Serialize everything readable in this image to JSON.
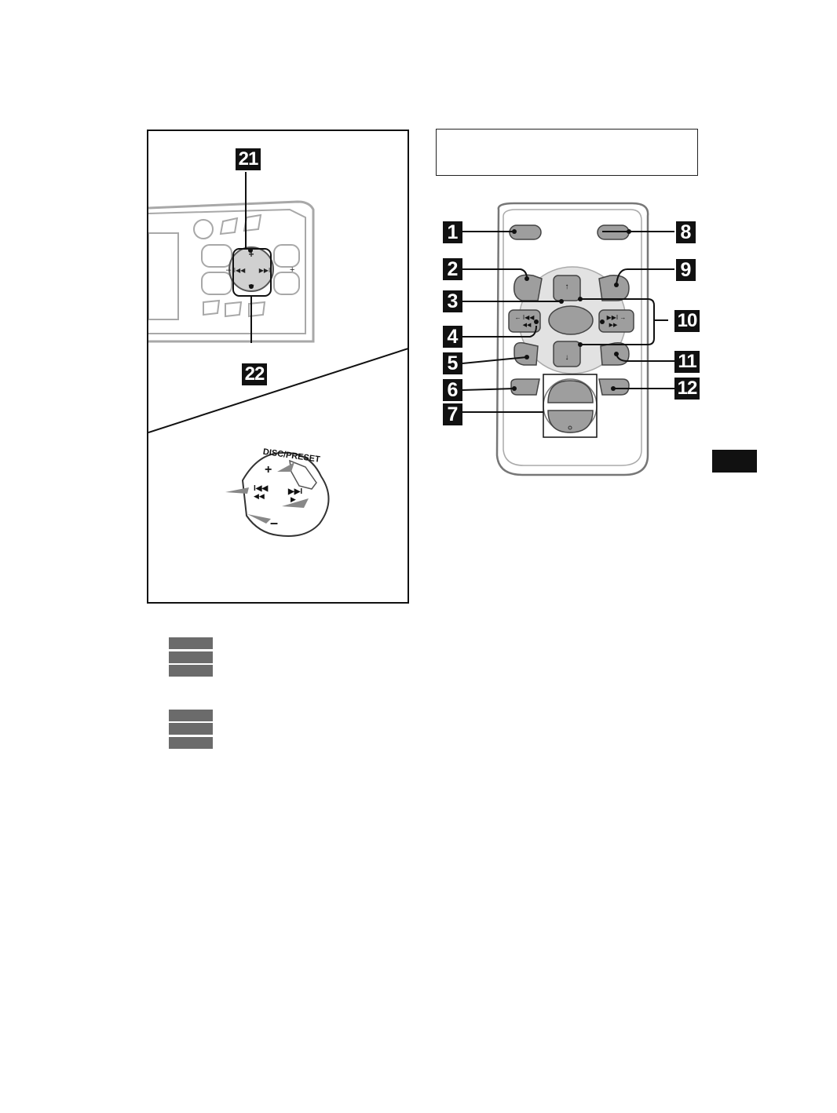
{
  "unit_illustration": {
    "callouts": [
      "21",
      "22"
    ],
    "dial_label": "DISC/PRESET",
    "plus_sign": "+",
    "minus_sign": "–"
  },
  "remote_illustration": {
    "left_callouts": [
      "1",
      "2",
      "3",
      "4",
      "5",
      "6",
      "7"
    ],
    "right_callouts": [
      "8",
      "9",
      "10",
      "11",
      "12"
    ]
  },
  "colors": {
    "callout_fill": "#111111",
    "button_gray": "#9e9e9e",
    "bar_gray": "#6b6b6b"
  },
  "icons": [
    "prev-track-icon",
    "next-track-icon",
    "up-arrow-icon",
    "down-arrow-icon"
  ]
}
